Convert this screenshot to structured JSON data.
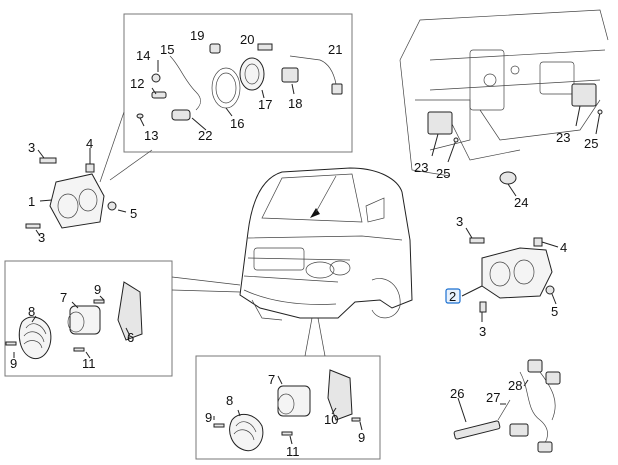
{
  "diagram": {
    "highlight_color": "#1a6fd0",
    "callouts": [
      {
        "id": "c1",
        "label": "1"
      },
      {
        "id": "c2",
        "label": "2"
      },
      {
        "id": "c3a",
        "label": "3"
      },
      {
        "id": "c3b",
        "label": "3"
      },
      {
        "id": "c3c",
        "label": "3"
      },
      {
        "id": "c3d",
        "label": "3"
      },
      {
        "id": "c4a",
        "label": "4"
      },
      {
        "id": "c4b",
        "label": "4"
      },
      {
        "id": "c5a",
        "label": "5"
      },
      {
        "id": "c5b",
        "label": "5"
      },
      {
        "id": "c6",
        "label": "6"
      },
      {
        "id": "c7a",
        "label": "7"
      },
      {
        "id": "c7b",
        "label": "7"
      },
      {
        "id": "c8a",
        "label": "8"
      },
      {
        "id": "c8b",
        "label": "8"
      },
      {
        "id": "c9a",
        "label": "9"
      },
      {
        "id": "c9b",
        "label": "9"
      },
      {
        "id": "c9c",
        "label": "9"
      },
      {
        "id": "c9d",
        "label": "9"
      },
      {
        "id": "c10",
        "label": "10"
      },
      {
        "id": "c11a",
        "label": "11"
      },
      {
        "id": "c11b",
        "label": "11"
      },
      {
        "id": "c12",
        "label": "12"
      },
      {
        "id": "c13",
        "label": "13"
      },
      {
        "id": "c14",
        "label": "14"
      },
      {
        "id": "c15",
        "label": "15"
      },
      {
        "id": "c16",
        "label": "16"
      },
      {
        "id": "c17",
        "label": "17"
      },
      {
        "id": "c18",
        "label": "18"
      },
      {
        "id": "c19",
        "label": "19"
      },
      {
        "id": "c20",
        "label": "20"
      },
      {
        "id": "c21",
        "label": "21"
      },
      {
        "id": "c22",
        "label": "22"
      },
      {
        "id": "c23a",
        "label": "23"
      },
      {
        "id": "c23b",
        "label": "23"
      },
      {
        "id": "c24",
        "label": "24"
      },
      {
        "id": "c25a",
        "label": "25"
      },
      {
        "id": "c25b",
        "label": "25"
      },
      {
        "id": "c26",
        "label": "26"
      },
      {
        "id": "c27",
        "label": "27"
      },
      {
        "id": "c28",
        "label": "28"
      }
    ]
  }
}
